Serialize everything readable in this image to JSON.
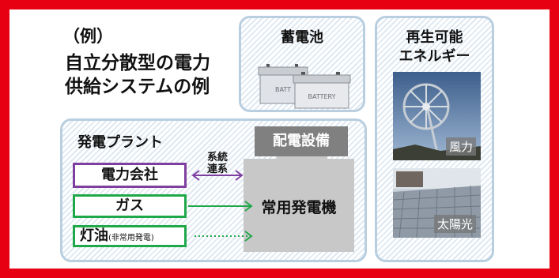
{
  "header": {
    "line1": "（例）",
    "line2": "自立分散型の電力",
    "line3": "供給システムの例"
  },
  "battery": {
    "label": "蓄電池",
    "unit_text": "BATTERY"
  },
  "renewable": {
    "label_line1": "再生可能",
    "label_line2": "エネルギー",
    "wind_caption": "風力",
    "solar_caption": "太陽光"
  },
  "plant": {
    "label": "発電プラント",
    "distribution": "配電設備",
    "generator": "常用発電機",
    "grid_link_line1": "系統",
    "grid_link_line2": "連系",
    "sources": [
      {
        "label": "電力会社",
        "note": "",
        "color": "#7e3fa0"
      },
      {
        "label": "ガス",
        "note": "",
        "color": "#1fa84a"
      },
      {
        "label": "灯油",
        "note": "(非常用発電)",
        "color": "#1fa84a"
      }
    ]
  },
  "colors": {
    "frame": "#e60012",
    "panel_border": "#b9cfe0",
    "purple": "#7e3fa0",
    "green": "#1fa84a"
  }
}
